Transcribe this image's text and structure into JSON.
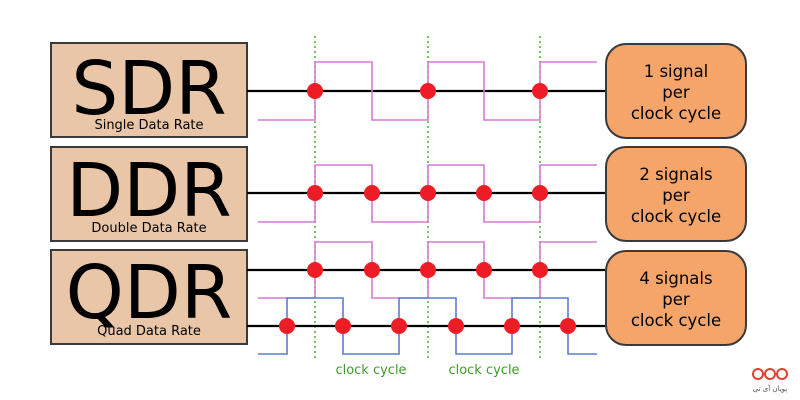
{
  "rows": [
    {
      "abbr": "SDR",
      "name": "Single Data Rate",
      "desc": [
        "1 signal",
        "per",
        "clock cycle"
      ]
    },
    {
      "abbr": "DDR",
      "name": "Double Data Rate",
      "desc": [
        "2 signals",
        "per",
        "clock cycle"
      ]
    },
    {
      "abbr": "QDR",
      "name": "Quad Data Rate",
      "desc": [
        "4 signals",
        "per",
        "clock cycle"
      ]
    }
  ],
  "clock_labels": [
    "clock cycle",
    "clock cycle"
  ],
  "colors": {
    "box": "#e9c6a8",
    "desc_box": "#f5a46a",
    "clock_line": "#4caf2c",
    "dot": "#ee1c24",
    "signal_a": "#d57bd8",
    "signal_b": "#5b7fd0"
  },
  "watermark": {
    "text": "پویان آی تی"
  }
}
